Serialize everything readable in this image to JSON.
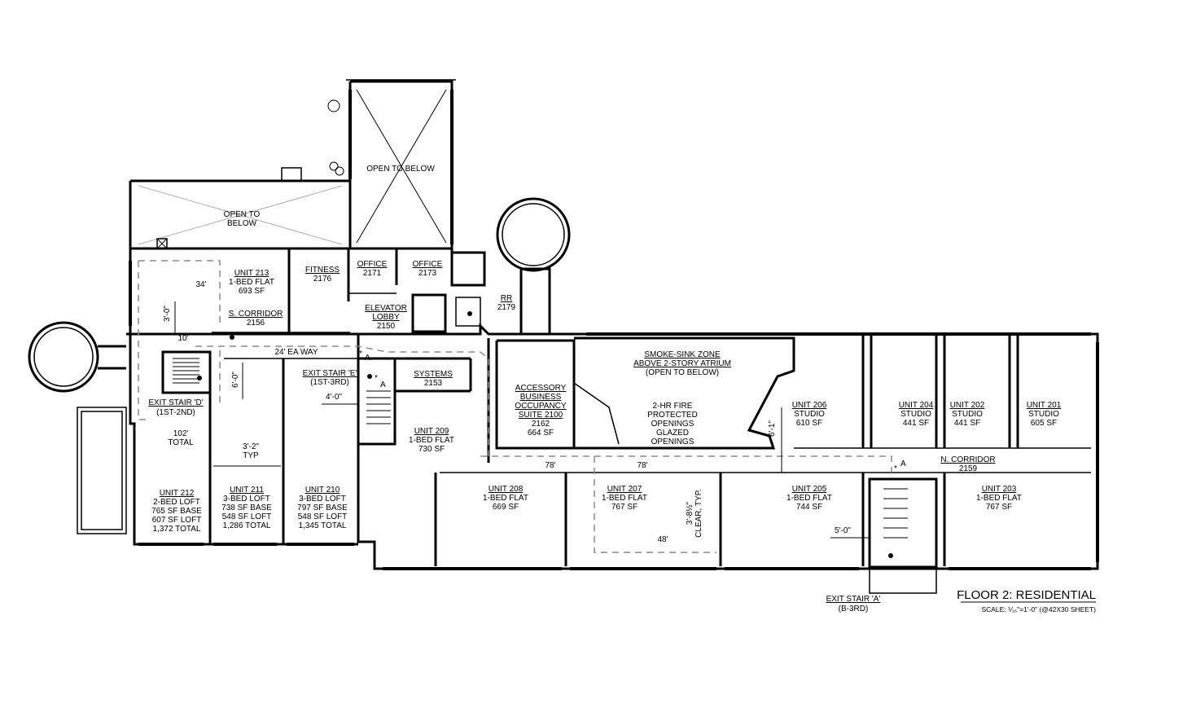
{
  "title": "FLOOR 2: RESIDENTIAL",
  "scale": "SCALE: ⅟₁₆\"=1'-0\" (@42X30 SHEET)",
  "rooms": {
    "open_below_1": [
      "OPEN TO BELOW"
    ],
    "open_below_2": [
      "OPEN TO",
      "BELOW"
    ],
    "unit213": [
      "UNIT 213",
      "1-BED FLAT",
      "693 SF"
    ],
    "fitness": [
      "FITNESS",
      "2176"
    ],
    "office2171": [
      "OFFICE",
      "2171"
    ],
    "office2173": [
      "OFFICE",
      "2173"
    ],
    "elevator_lobby": [
      "ELEVATOR",
      "LOBBY",
      "2150"
    ],
    "rr": [
      "RR",
      "2179"
    ],
    "s_corridor": [
      "S. CORRIDOR",
      "2156"
    ],
    "exit_stair_d": [
      "EXIT STAIR 'D'",
      "(1ST-2ND)"
    ],
    "exit_stair_e": [
      "EXIT STAIR 'E'",
      "(1ST-3RD)"
    ],
    "systems": [
      "SYSTEMS",
      "2153"
    ],
    "unit209": [
      "UNIT 209",
      "1-BED FLAT",
      "730 SF"
    ],
    "accessory": [
      "ACCESSORY",
      "BUSINESS",
      "OCCUPANCY",
      "SUITE 2100",
      "2162",
      "664 SF"
    ],
    "smoke_zone": [
      "SMOKE-SINK ZONE",
      "ABOVE 2-STORY ATRIUM",
      "(OPEN TO BELOW)"
    ],
    "fire_openings": [
      "2-HR FIRE",
      "PROTECTED",
      "OPENINGS",
      "GLAZED",
      "OPENINGS"
    ],
    "unit206": [
      "UNIT 206",
      "STUDIO",
      "610 SF"
    ],
    "unit204": [
      "UNIT 204",
      "STUDIO",
      "441 SF"
    ],
    "unit202": [
      "UNIT 202",
      "STUDIO",
      "441 SF"
    ],
    "unit201": [
      "UNIT 201",
      "STUDIO",
      "605 SF"
    ],
    "n_corridor": [
      "N. CORRIDOR",
      "2159"
    ],
    "unit212": [
      "UNIT 212",
      "2-BED LOFT",
      "765 SF BASE",
      "607 SF LOFT",
      "1,372 TOTAL"
    ],
    "unit211": [
      "UNIT 211",
      "3-BED LOFT",
      "738 SF BASE",
      "548 SF LOFT",
      "1,286 TOTAL"
    ],
    "unit210": [
      "UNIT 210",
      "3-BED LOFT",
      "797 SF BASE",
      "548 SF LOFT",
      "1,345 TOTAL"
    ],
    "unit208": [
      "UNIT 208",
      "1-BED FLAT",
      "669 SF"
    ],
    "unit207": [
      "UNIT 207",
      "1-BED FLAT",
      "767 SF"
    ],
    "unit205": [
      "UNIT 205",
      "1-BED FLAT",
      "744 SF"
    ],
    "unit203": [
      "UNIT 203",
      "1-BED FLAT",
      "767 SF"
    ],
    "exit_stair_a": [
      "EXIT STAIR 'A'",
      "(B-3RD)"
    ]
  },
  "dims": {
    "d34": "34'",
    "d3_0": "3'-0\"",
    "d10": "10'",
    "d24": "24' EA WAY",
    "d6_0": "6'-0\"",
    "d4_0": "4'-0\"",
    "d102": [
      "102'",
      "TOTAL"
    ],
    "d3_2": [
      "3'-2\"",
      "TYP"
    ],
    "d78a": "78'",
    "d78b": "78'",
    "d6_1": "6'-1\"",
    "d3_8": [
      "3'-8½\"",
      "CLEAR, TYP."
    ],
    "d48": "48'",
    "d5_0": "5'-0\""
  },
  "marks": {
    "a": "A",
    "star": "*"
  }
}
